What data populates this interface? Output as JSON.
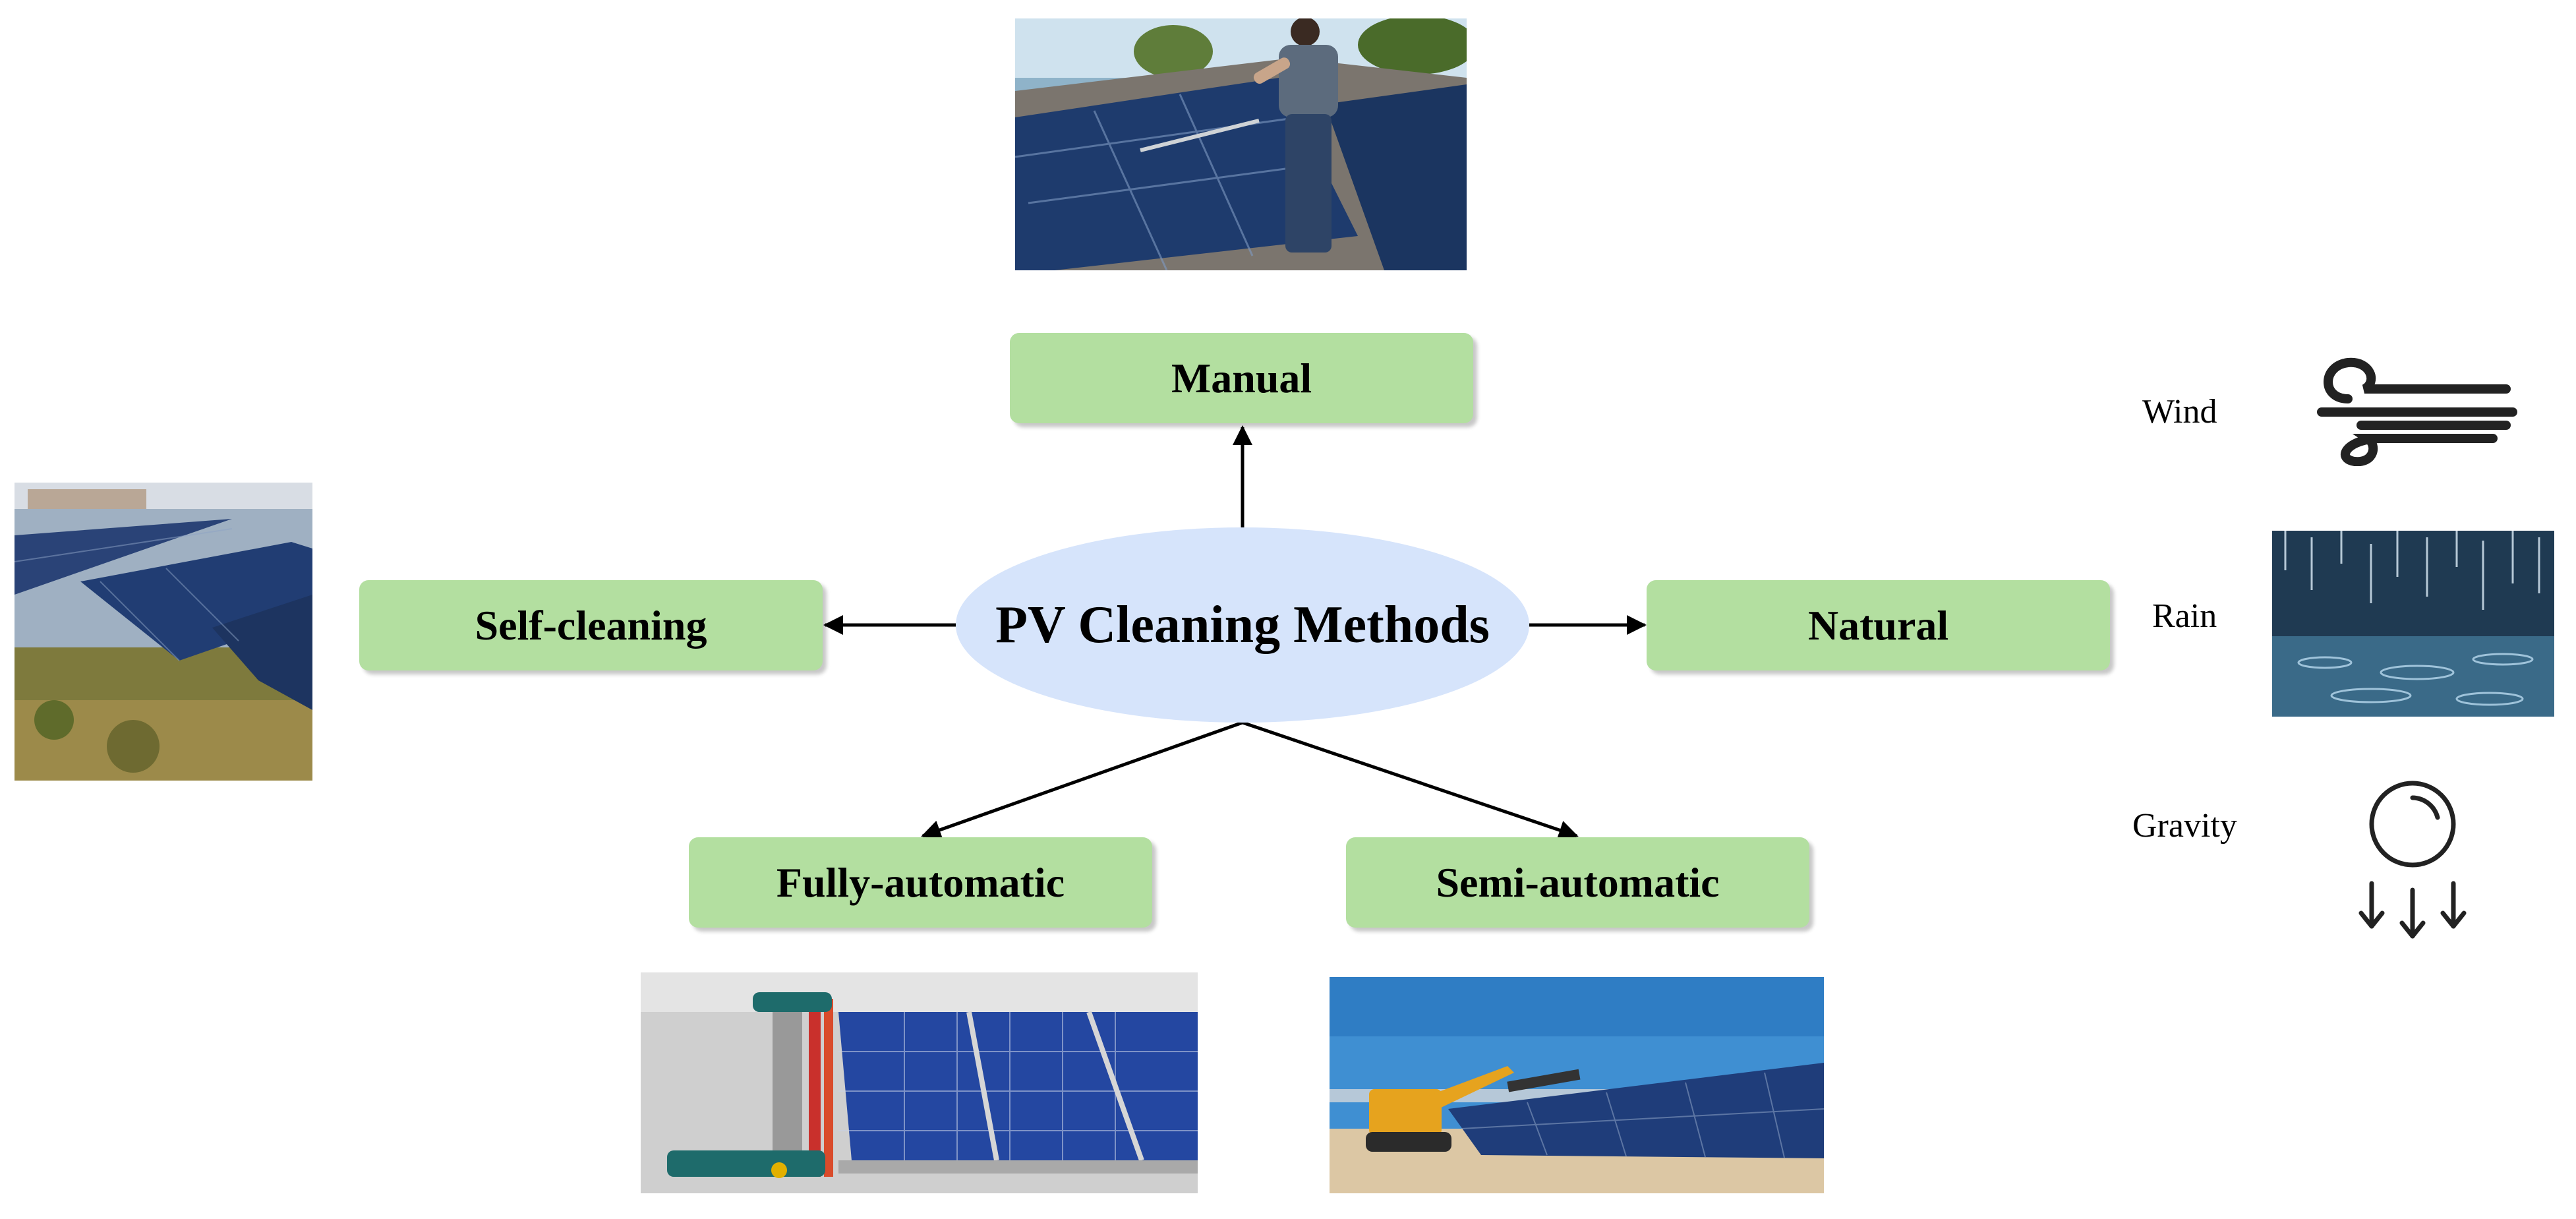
{
  "center": {
    "label": "PV Cleaning Methods"
  },
  "methods": {
    "manual": "Manual",
    "self_cleaning": "Self-cleaning",
    "natural": "Natural",
    "fully_automatic": "Fully-automatic",
    "semi_automatic": "Semi-automatic"
  },
  "natural_forces": {
    "wind": "Wind",
    "rain": "Rain",
    "gravity": "Gravity"
  },
  "colors": {
    "box_fill": "#b3dfa0",
    "ellipse_fill": "#d6e4fb",
    "arrow": "#000000"
  },
  "icons": [
    "wind-icon",
    "rain-icon",
    "gravity-icon"
  ]
}
